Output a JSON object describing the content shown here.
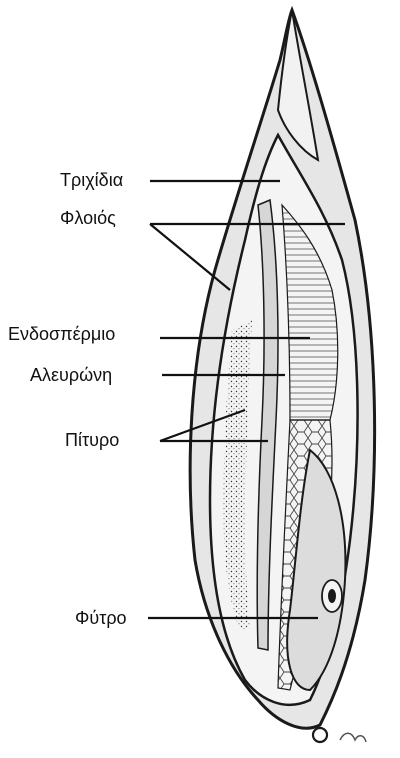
{
  "labels": {
    "trichidia": "Τριχίδια",
    "floios": "Φλοιός",
    "endospermio": "Ενδοσπέρμιο",
    "aleuroni": "Αλευρώνη",
    "pityro": "Πίτυρο",
    "fytro": "Φύτρο"
  },
  "colors": {
    "ink": "#1a1a1a",
    "husk_fill": "#e6e6e6",
    "bran_fill": "#d6d6d6",
    "endosperm_fill": "#f4f4f4",
    "germ_fill": "#dcdcdc"
  }
}
